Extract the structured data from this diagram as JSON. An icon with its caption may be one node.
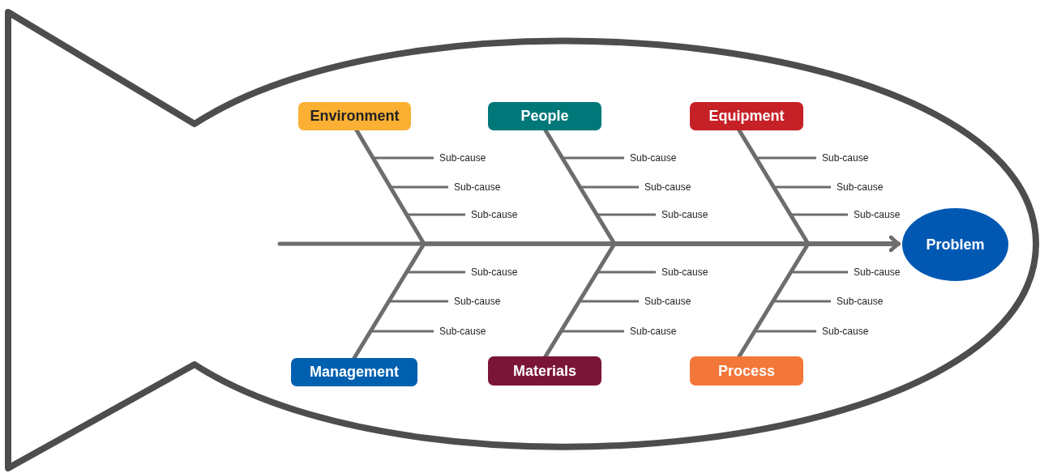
{
  "diagram": {
    "nodes": [
      {
        "text": [
          "Environment"
        ]
      },
      {
        "text": [
          "People"
        ]
      },
      {
        "text": [
          "Equipment"
        ]
      },
      {
        "text": [
          "Management"
        ]
      },
      {
        "text": [
          "Materials"
        ]
      },
      {
        "text": [
          "Process"
        ]
      },
      {
        "text": [
          "Problem"
        ]
      }
    ],
    "edges": [
      {
        "from": null,
        "to": 6,
        "arrow": "to"
      },
      {
        "from": 0,
        "to": 6,
        "arrow": "to"
      },
      {
        "from": 1,
        "to": 6,
        "arrow": "to"
      },
      {
        "from": 2,
        "to": 6,
        "arrow": "to"
      },
      {
        "from": 3,
        "to": 6,
        "arrow": "to"
      },
      {
        "from": 4,
        "to": 6,
        "arrow": "to"
      },
      {
        "from": 5,
        "to": 6,
        "arrow": "to"
      }
    ],
    "labels": [
      "Sub-cause",
      "Sub-cause",
      "Sub-cause",
      "Sub-cause",
      "Sub-cause",
      "Sub-cause",
      "Sub-cause",
      "Sub-cause",
      "Sub-cause",
      "Sub-cause",
      "Sub-cause",
      "Sub-cause",
      "Sub-cause",
      "Sub-cause",
      "Sub-cause",
      "Sub-cause",
      "Sub-cause",
      "Sub-cause"
    ]
  }
}
